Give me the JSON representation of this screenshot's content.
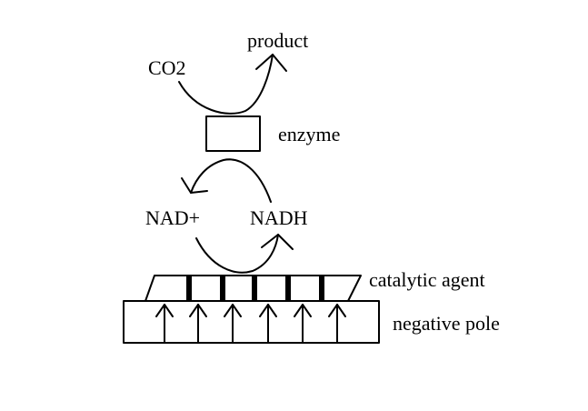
{
  "labels": {
    "co2": "CO2",
    "product": "product",
    "enzyme": "enzyme",
    "nad_plus": "NAD+",
    "nadh": "NADH",
    "catalytic_agent": "catalytic agent",
    "negative_pole": "negative pole"
  },
  "colors": {
    "stroke": "#000000",
    "background": "#ffffff"
  }
}
